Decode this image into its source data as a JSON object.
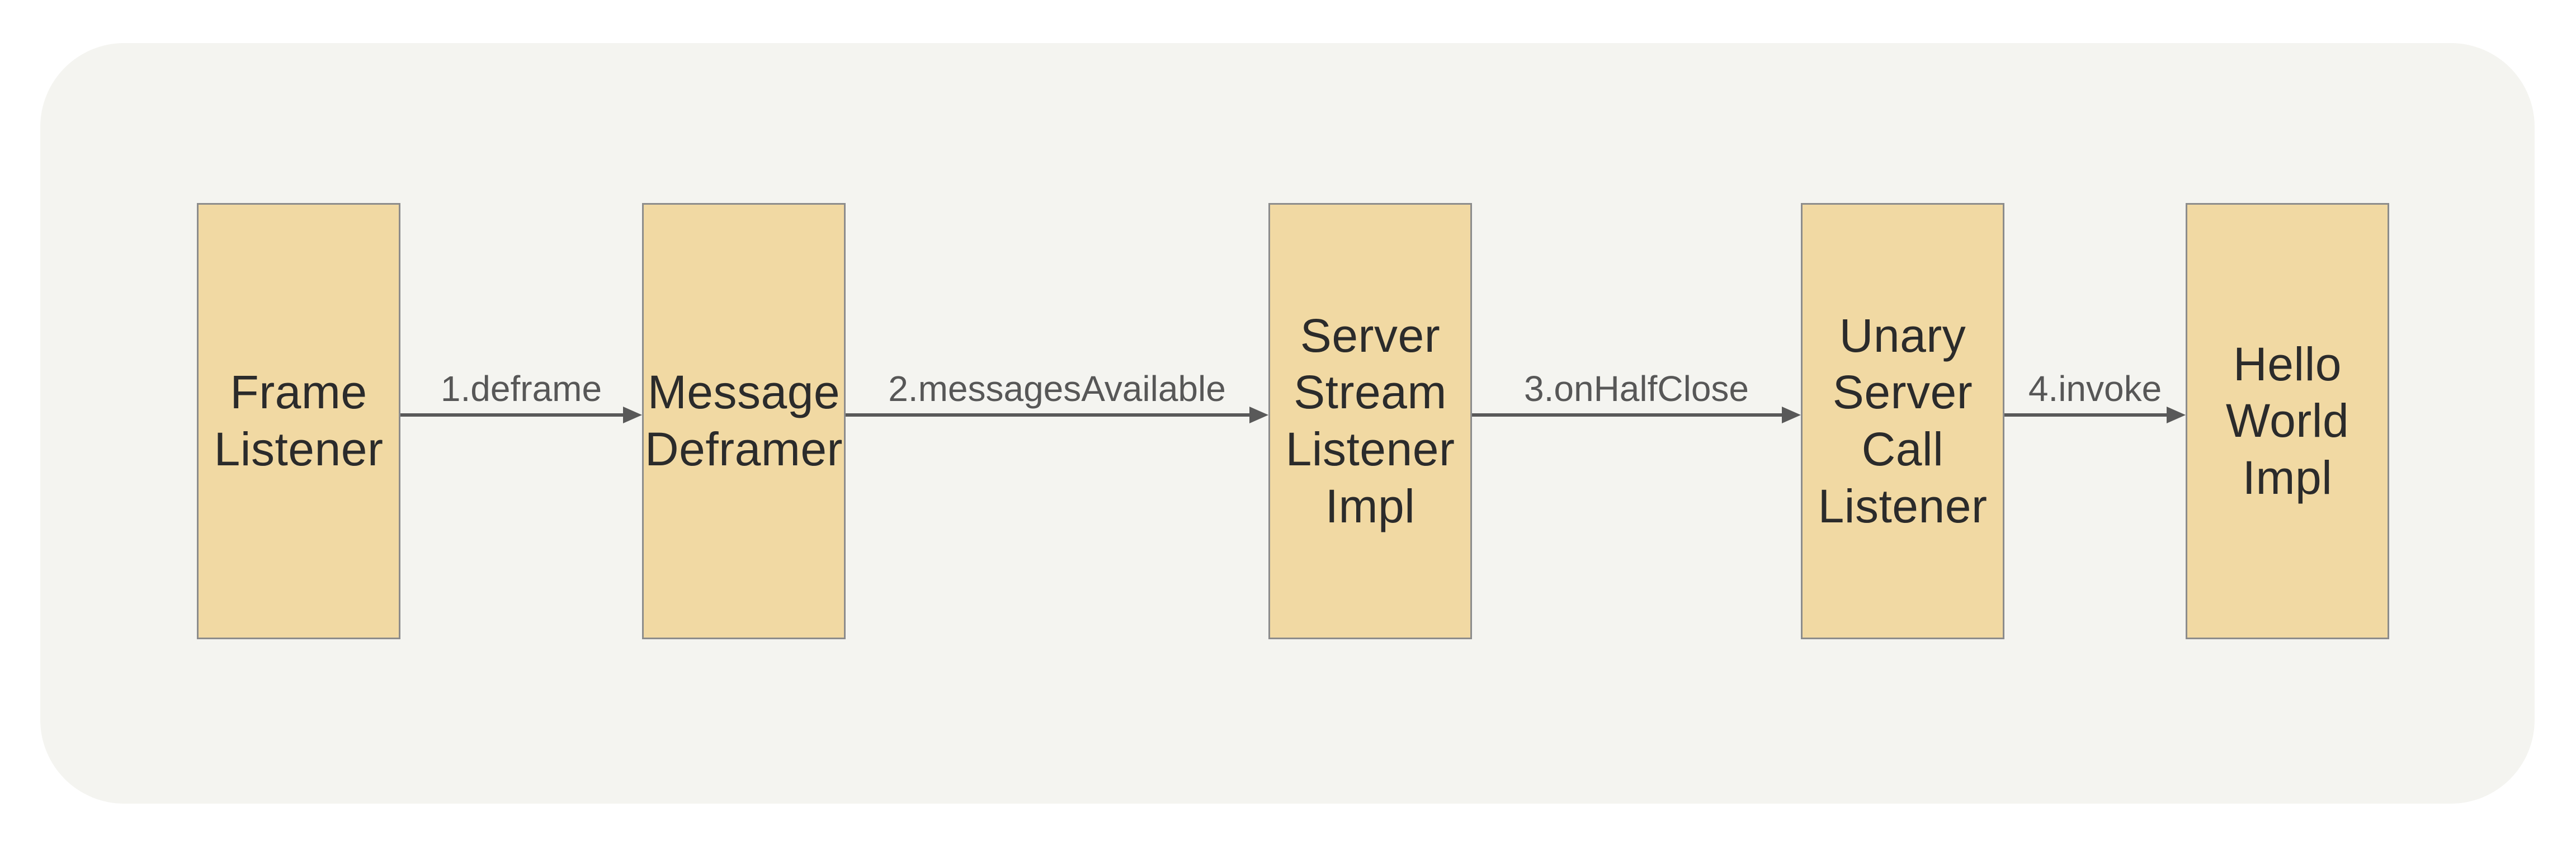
{
  "colors": {
    "page_background": "#ffffff",
    "panel_background": "#f4f4f0",
    "node_fill": "#f1d9a3",
    "node_border": "#8c8c8c",
    "node_text": "#2b2b2b",
    "arrow": "#595959",
    "edge_label_text": "#575757"
  },
  "diagram": {
    "nodes": [
      {
        "id": "frame-listener",
        "lines": [
          "Frame",
          "Listener"
        ]
      },
      {
        "id": "message-deframer",
        "lines": [
          "Message",
          "Deframer"
        ]
      },
      {
        "id": "server-stream-listener-impl",
        "lines": [
          "Server",
          "Stream",
          "Listener",
          "Impl"
        ]
      },
      {
        "id": "unary-server-call-listener",
        "lines": [
          "Unary",
          "Server",
          "Call",
          "Listener"
        ]
      },
      {
        "id": "hello-world-impl",
        "lines": [
          "Hello",
          "World",
          "Impl"
        ]
      }
    ],
    "edges": [
      {
        "label": "1.deframe",
        "from": "frame-listener",
        "to": "message-deframer"
      },
      {
        "label": "2.messagesAvailable",
        "from": "message-deframer",
        "to": "server-stream-listener-impl"
      },
      {
        "label": "3.onHalfClose",
        "from": "server-stream-listener-impl",
        "to": "unary-server-call-listener"
      },
      {
        "label": "4.invoke",
        "from": "unary-server-call-listener",
        "to": "hello-world-impl"
      }
    ]
  }
}
